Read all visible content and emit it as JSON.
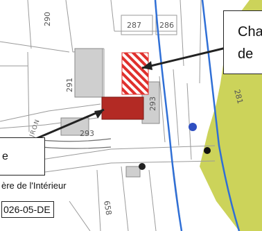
{
  "map": {
    "parcels": {
      "p290": "290",
      "p287": "287",
      "p286": "286",
      "p291": "291",
      "p293a": "293",
      "p293b": "293",
      "p281": "281",
      "p658": "658"
    },
    "street_fragment": "JRON",
    "colors": {
      "green_zone": "#ccd35a",
      "blue_line": "#2f6fd6",
      "hatched_red": "#e0302d",
      "solid_red": "#b32a24"
    }
  },
  "callouts": {
    "right_line1": "Cha",
    "right_line2": "de",
    "left_text": "e"
  },
  "caption": "ère de l'Intérieur",
  "code": "026-05-DE"
}
